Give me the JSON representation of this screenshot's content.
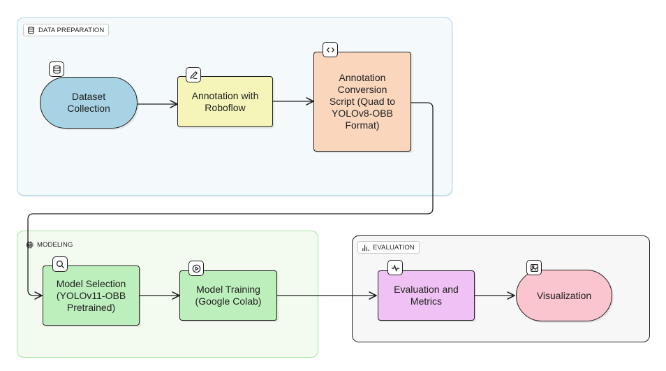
{
  "groups": {
    "data_preparation": {
      "label": "DATA PREPARATION",
      "icon": "database-icon"
    },
    "modeling": {
      "label": "MODELING",
      "icon": "chip-icon"
    },
    "evaluation": {
      "label": "EVALUATION",
      "icon": "bar-chart-icon"
    }
  },
  "nodes": {
    "dataset_collection": {
      "label": "Dataset\nCollection",
      "icon": "database-icon",
      "color": "#a8d3e4"
    },
    "annotation_roboflow": {
      "label": "Annotation with\nRoboflow",
      "icon": "pencil-icon",
      "color": "#f6f5b9"
    },
    "annotation_conversion": {
      "label": "Annotation\nConversion\nScript (Quad to\nYOLOv8-OBB\nFormat)",
      "icon": "code-icon",
      "color": "#f9d6bc"
    },
    "model_selection": {
      "label": "Model Selection\n(YOLOv11-OBB\nPretrained)",
      "icon": "search-icon",
      "color": "#bdefbd"
    },
    "model_training": {
      "label": "Model Training\n(Google Colab)",
      "icon": "play-icon",
      "color": "#bdefbd"
    },
    "evaluation_metrics": {
      "label": "Evaluation and\nMetrics",
      "icon": "pulse-icon",
      "color": "#f0c1f4"
    },
    "visualization": {
      "label": "Visualization",
      "icon": "image-icon",
      "color": "#fbc5cf"
    }
  },
  "colors": {
    "data_group_bg": "#f4f9fc",
    "data_group_border": "#a9d6e6",
    "modeling_group_bg": "#f3fbf0",
    "modeling_group_border": "#a6e3a3",
    "evaluation_group_bg": "#f7f7f7",
    "evaluation_group_border": "#222222",
    "stroke": "#1e1e1e"
  }
}
